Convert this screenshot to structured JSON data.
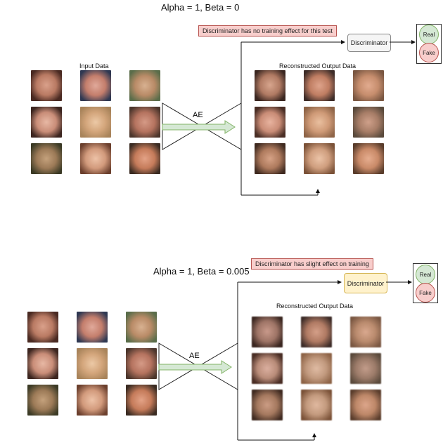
{
  "panels": [
    {
      "title": "Alpha = 1, Beta = 0",
      "note": "Discriminator has no training effect for this test",
      "input_label": "Input Data",
      "output_label": "Reconstructed Output Data",
      "ae_label": "AE",
      "discriminator_label": "Discriminator",
      "discriminator_color": "#f5f5f5",
      "real_label": "Real",
      "fake_label": "Fake"
    },
    {
      "title": "Alpha = 1, Beta = 0.005",
      "note": "Discriminator has slight effect on training",
      "output_label": "Reconstructed Output Data",
      "ae_label": "AE",
      "discriminator_label": "Discriminator",
      "discriminator_color": "#fff2cc",
      "real_label": "Real",
      "fake_label": "Fake"
    }
  ],
  "colors": {
    "note_fill": "#f8cecc",
    "note_border": "#b85450",
    "real_fill": "#d5e8d4",
    "fake_fill": "#f8cecc",
    "arrow_fill": "#d5e8d4",
    "arrow_border": "#82b366"
  }
}
